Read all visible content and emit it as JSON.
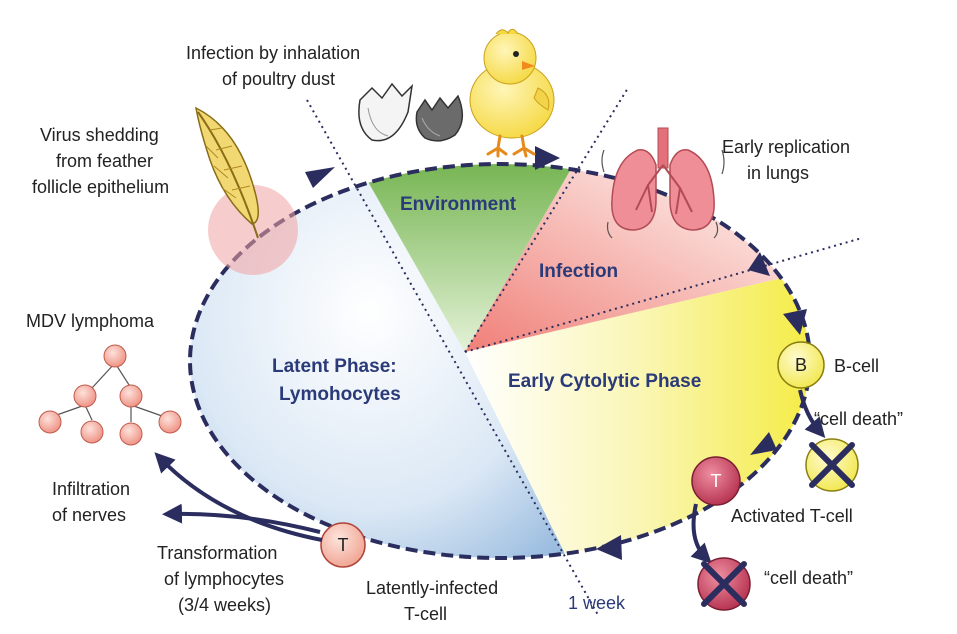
{
  "labels": {
    "infection_inhalation": [
      "Infection by inhalation",
      "of poultry dust"
    ],
    "virus_shedding": [
      "Virus shedding",
      "from feather",
      "follicle epithelium"
    ],
    "early_replication": [
      "Early replication",
      "in lungs"
    ],
    "mdv_lymphoma": "MDV lymphoma",
    "infiltration": [
      "Infiltration",
      "of nerves"
    ],
    "transformation": [
      "Transformation",
      "of lymphocytes",
      "(3/4 weeks)"
    ],
    "latently_infected": [
      "Latently-infected",
      "T-cell"
    ],
    "one_week": "1 week",
    "b_cell": "B-cell",
    "cell_death_1": "“cell death”",
    "activated_t_cell": "Activated T-cell",
    "cell_death_2": "“cell death”"
  },
  "phases": {
    "environment": "Environment",
    "infection": "Infection",
    "early_cytolytic": "Early Cytolytic Phase",
    "latent": [
      "Latent Phase:",
      "Lymohocytes"
    ]
  },
  "cell_letters": {
    "b": "B",
    "t_activated": "T",
    "t_latent": "T"
  },
  "colors": {
    "cycle_arrow": "#2b2d5e",
    "environment_green": "#7dbb55",
    "infection_red": "#ef8c86",
    "cytolytic_yellow": "#f5ee3a",
    "latent_blue": "#8fb8de",
    "tcell_red": "#c8405c",
    "bcell_yellow": "#f8f07a",
    "lymphoma_node": "#f4a79a",
    "feather_yellow": "#f1d872",
    "lung_pink": "#ef8e96",
    "chick_yellow": "#fae563"
  },
  "icons": [
    "chick",
    "egg-shell",
    "feather",
    "lungs",
    "lymphoma-tree",
    "dead-cell-x"
  ]
}
